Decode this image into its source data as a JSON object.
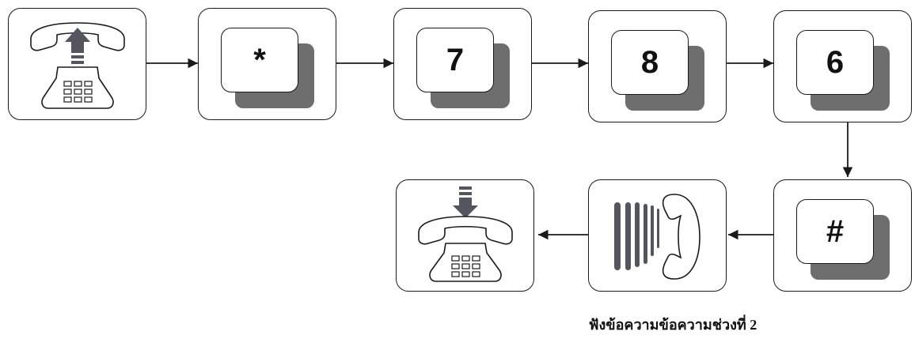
{
  "steps": [
    {
      "id": "lift-handset",
      "icon": "phone-handset-up-icon"
    },
    {
      "id": "press-star",
      "key": "*"
    },
    {
      "id": "press-7",
      "key": "7"
    },
    {
      "id": "press-8",
      "key": "8"
    },
    {
      "id": "press-6",
      "key": "6"
    },
    {
      "id": "press-hash",
      "key": "#"
    },
    {
      "id": "listen-message",
      "icon": "handset-sound-icon"
    },
    {
      "id": "hang-up",
      "icon": "phone-handset-down-icon"
    }
  ],
  "caption": "ฟังข้อความข้อความช่วงที่ 2",
  "colors": {
    "stroke": "#1a1a1a",
    "key_shadow": "#6e6e6e",
    "icon_gray": "#55555f"
  }
}
